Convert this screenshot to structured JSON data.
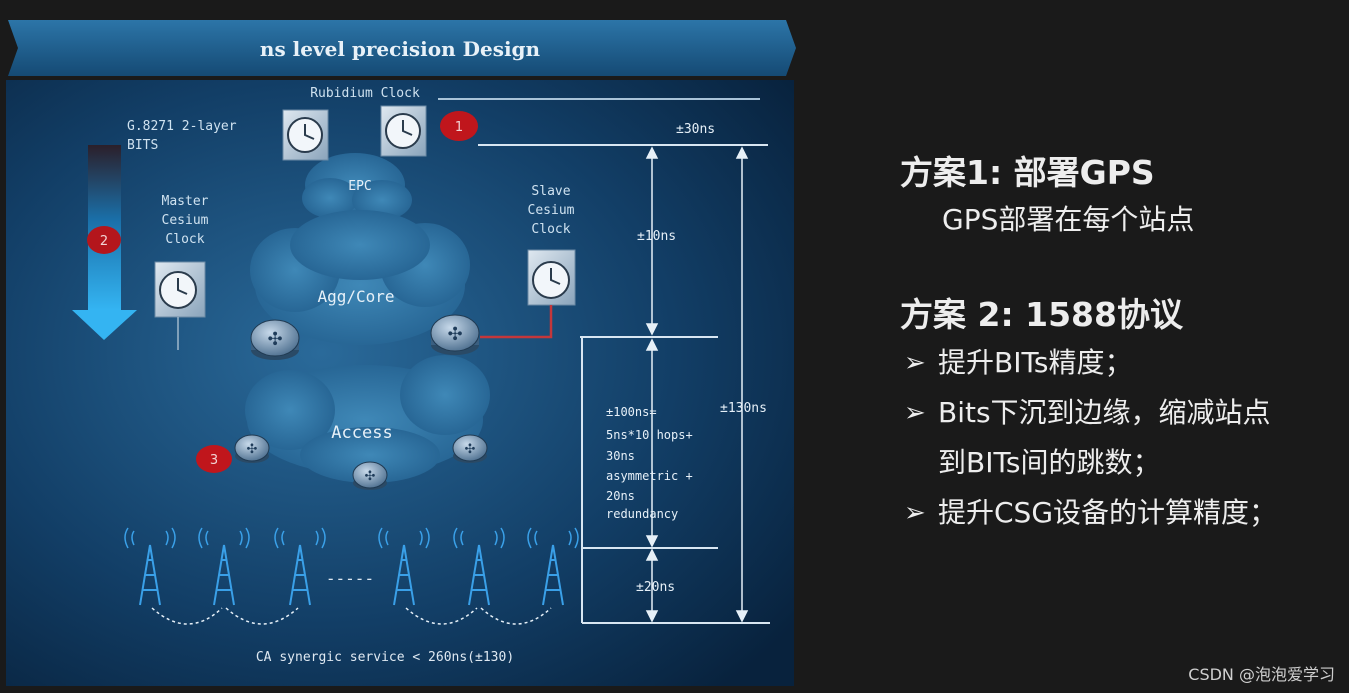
{
  "diagram": {
    "title": "ns level precision Design",
    "rubidium_label": "Rubidium Clock",
    "g8271_line1": "G.8271 2-layer",
    "g8271_line2": "BITS",
    "master_line1": "Master",
    "master_line2": "Cesium",
    "master_line3": "Clock",
    "slave_line1": "Slave",
    "slave_line2": "Cesium",
    "slave_line3": "Clock",
    "epc_label": "EPC",
    "agg_label": "Agg/Core",
    "access_label": "Access",
    "badges": [
      "1",
      "2",
      "3"
    ],
    "m30": "±30ns",
    "m10": "±10ns",
    "m130": "±130ns",
    "m100_lines": [
      "±100ns=",
      "5ns*10 hops+",
      "30ns",
      "asymmetric +",
      "20ns",
      "redundancy"
    ],
    "m20": "±20ns",
    "footer": "CA synergic service < 260ns(±130)",
    "dashes": "-----",
    "colors": {
      "banner": "#1d5d8c",
      "panel": "#0c2f52",
      "badge": "#c0161c",
      "arrow": "#2aa3e6"
    }
  },
  "right": {
    "scheme1_title": "方案1: 部署GPS",
    "scheme1_desc": "GPS部署在每个站点",
    "scheme2_title": "方案 2: 1588协议",
    "bullet_mark": "➢",
    "bullet1": "提升BITs精度；",
    "bullet2_line1": "Bits下沉到边缘，缩减站点",
    "bullet2_line2": "到BITs间的跳数；",
    "bullet3": "提升CSG设备的计算精度；"
  },
  "watermark": "CSDN @泡泡爱学习"
}
